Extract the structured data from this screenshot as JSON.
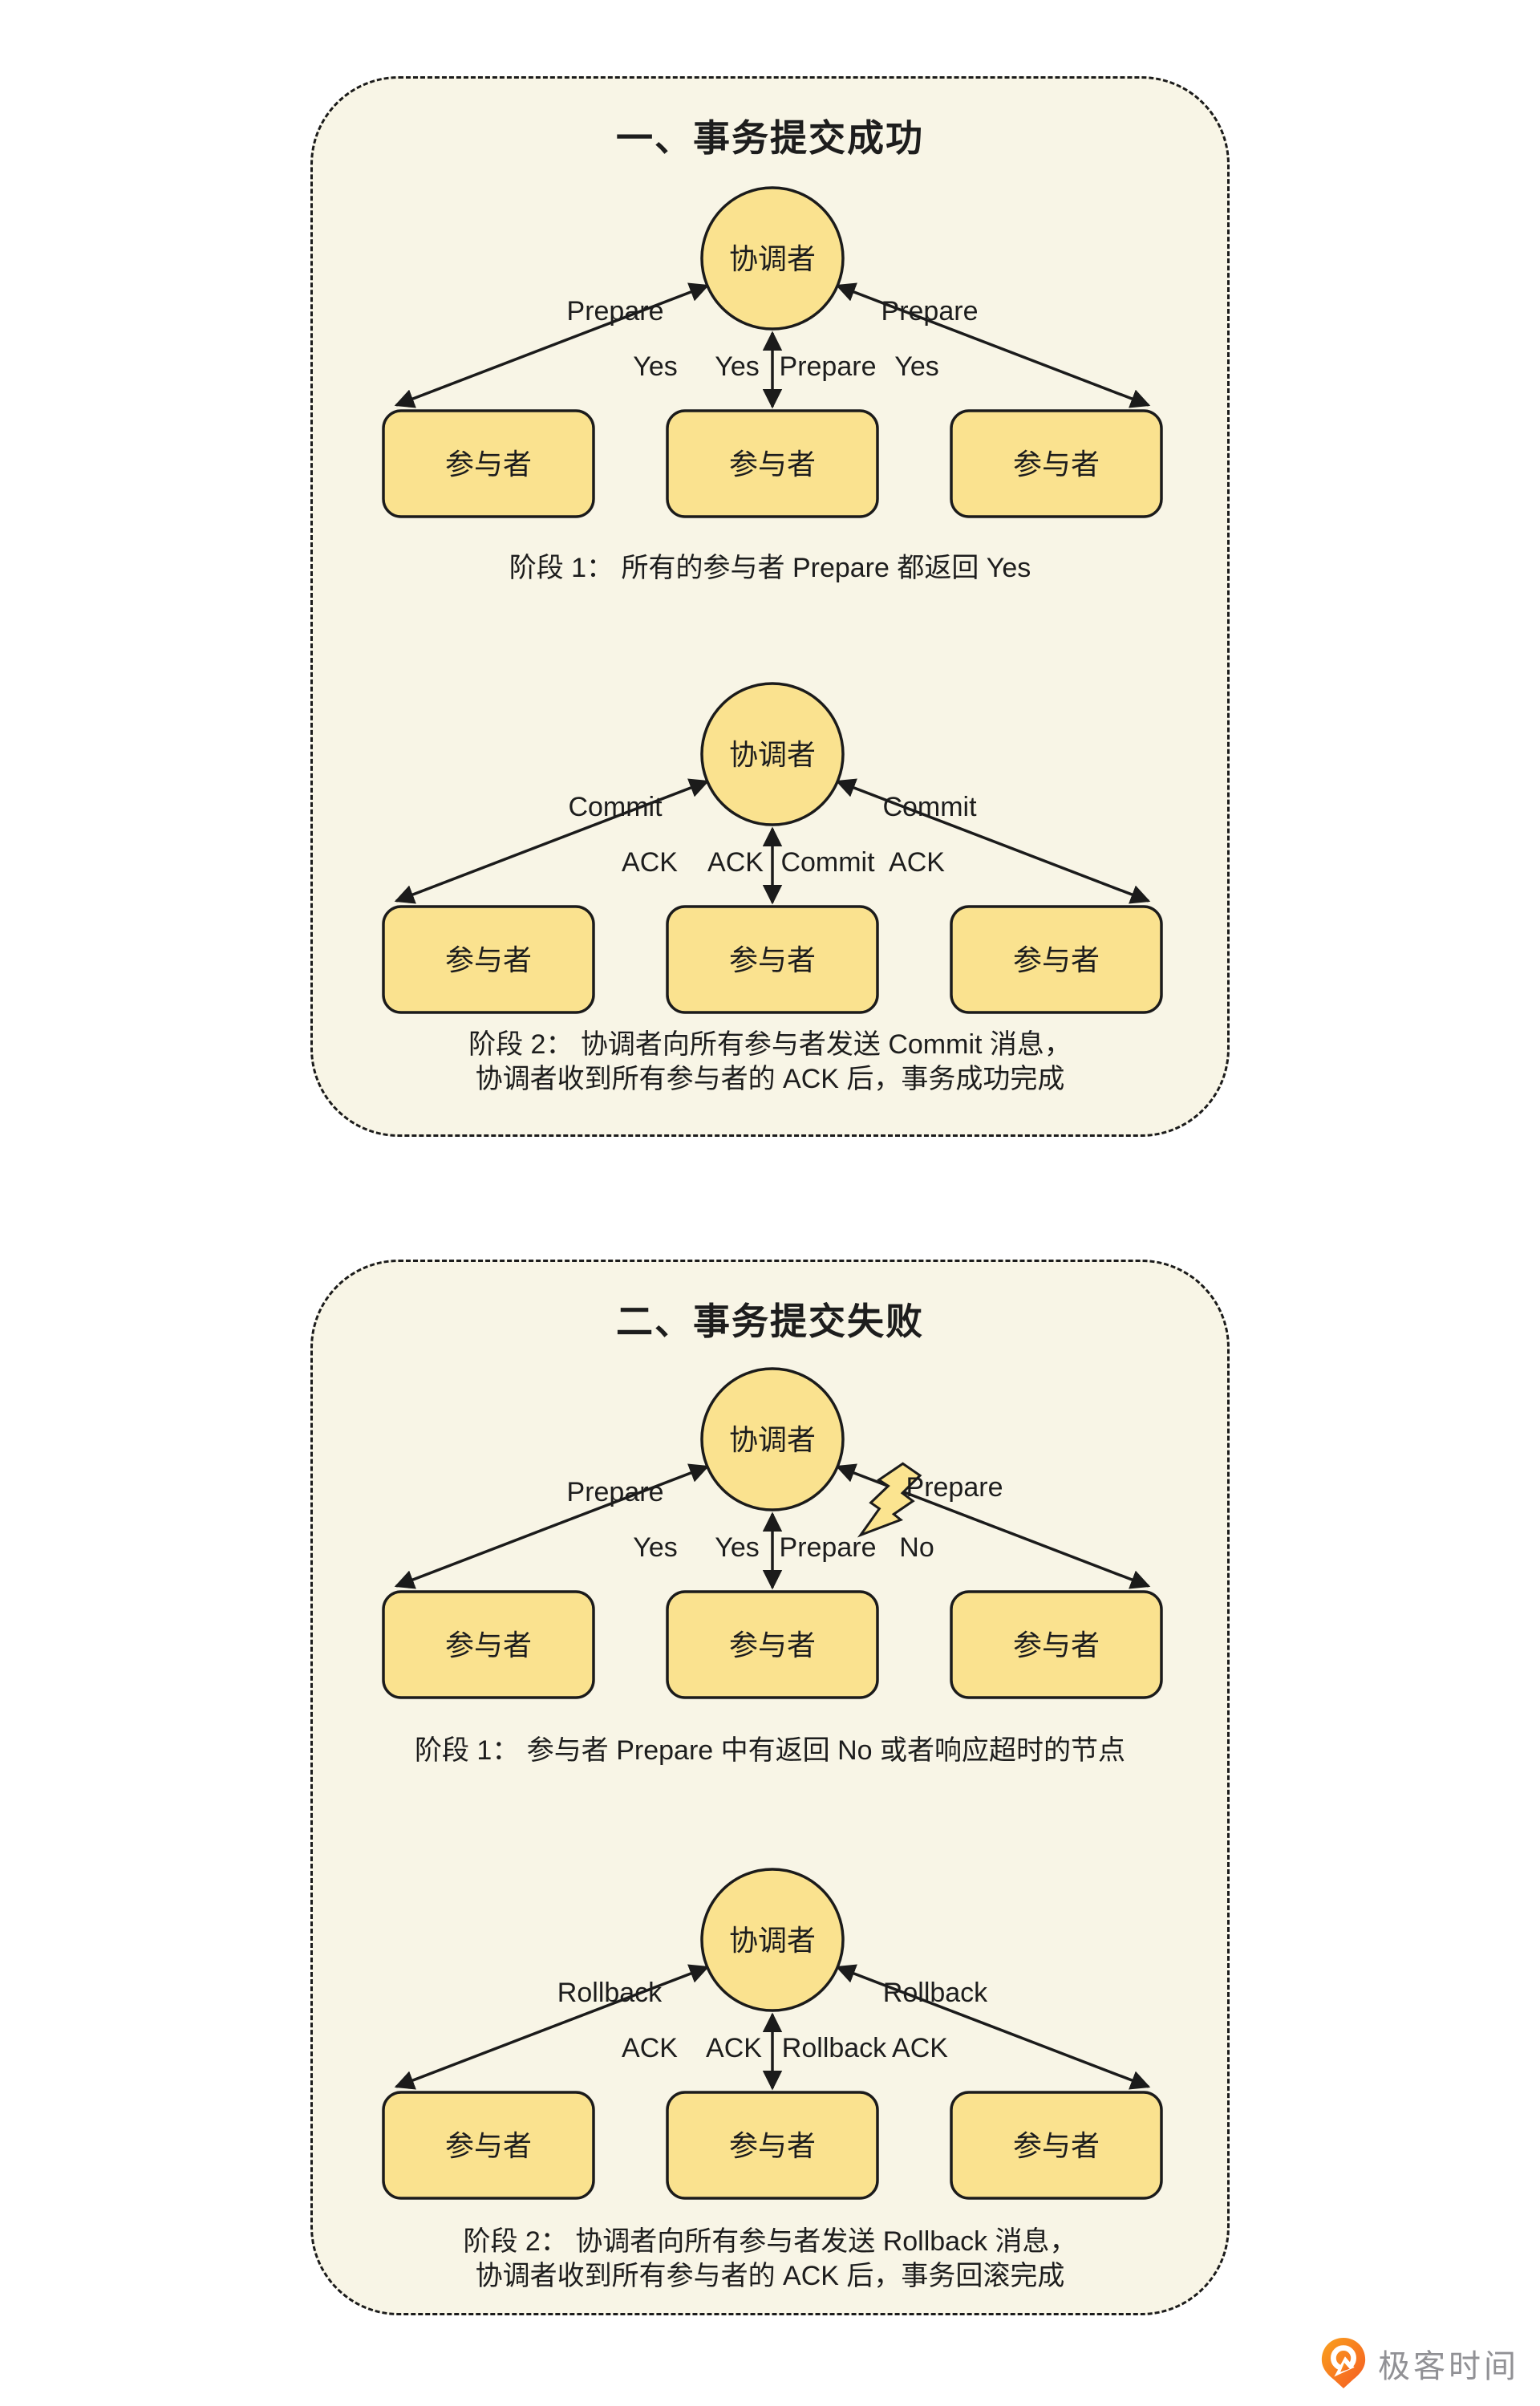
{
  "colors": {
    "panel_background": "#f8f5e6",
    "node_fill": "#fae28f",
    "stroke": "#1b1b1b",
    "text": "#1d1d1d",
    "logo_orange_start": "#faa21e",
    "logo_orange_end": "#f55a23",
    "logo_text_gray": "#919195"
  },
  "panel1": {
    "title": "一、事务提交成功",
    "d1": {
      "coordinator": "协调者",
      "p1": "参与者",
      "p2": "参与者",
      "p3": "参与者",
      "left_top": "Prepare",
      "right_top": "Prepare",
      "left_bottom": "Yes",
      "center_left": "Yes",
      "center_right": "Prepare",
      "right_bottom": "Yes",
      "caption": "阶段 1： 所有的参与者 Prepare 都返回 Yes"
    },
    "d2": {
      "coordinator": "协调者",
      "p1": "参与者",
      "p2": "参与者",
      "p3": "参与者",
      "left_top": "Commit",
      "right_top": "Commit",
      "left_bottom": "ACK",
      "center_left": "ACK",
      "center_right": "Commit",
      "right_bottom": "ACK",
      "caption1": "阶段 2： 协调者向所有参与者发送 Commit 消息，",
      "caption2": "协调者收到所有参与者的 ACK 后，事务成功完成"
    }
  },
  "panel2": {
    "title": "二、事务提交失败",
    "d3": {
      "coordinator": "协调者",
      "p1": "参与者",
      "p2": "参与者",
      "p3": "参与者",
      "left_top": "Prepare",
      "right_top": "Prepare",
      "left_bottom": "Yes",
      "center_left": "Yes",
      "center_right": "Prepare",
      "right_bottom": "No",
      "caption": "阶段 1： 参与者 Prepare 中有返回 No 或者响应超时的节点"
    },
    "d4": {
      "coordinator": "协调者",
      "p1": "参与者",
      "p2": "参与者",
      "p3": "参与者",
      "left_top": "Rollback",
      "right_top": "Rollback",
      "left_bottom": "ACK",
      "center_left": "ACK",
      "center_right": "Rollback",
      "right_bottom": "ACK",
      "caption1": "阶段 2： 协调者向所有参与者发送 Rollback 消息，",
      "caption2": "协调者收到所有参与者的 ACK 后，事务回滚完成"
    }
  },
  "footer": {
    "logo_text": "极客时间"
  }
}
